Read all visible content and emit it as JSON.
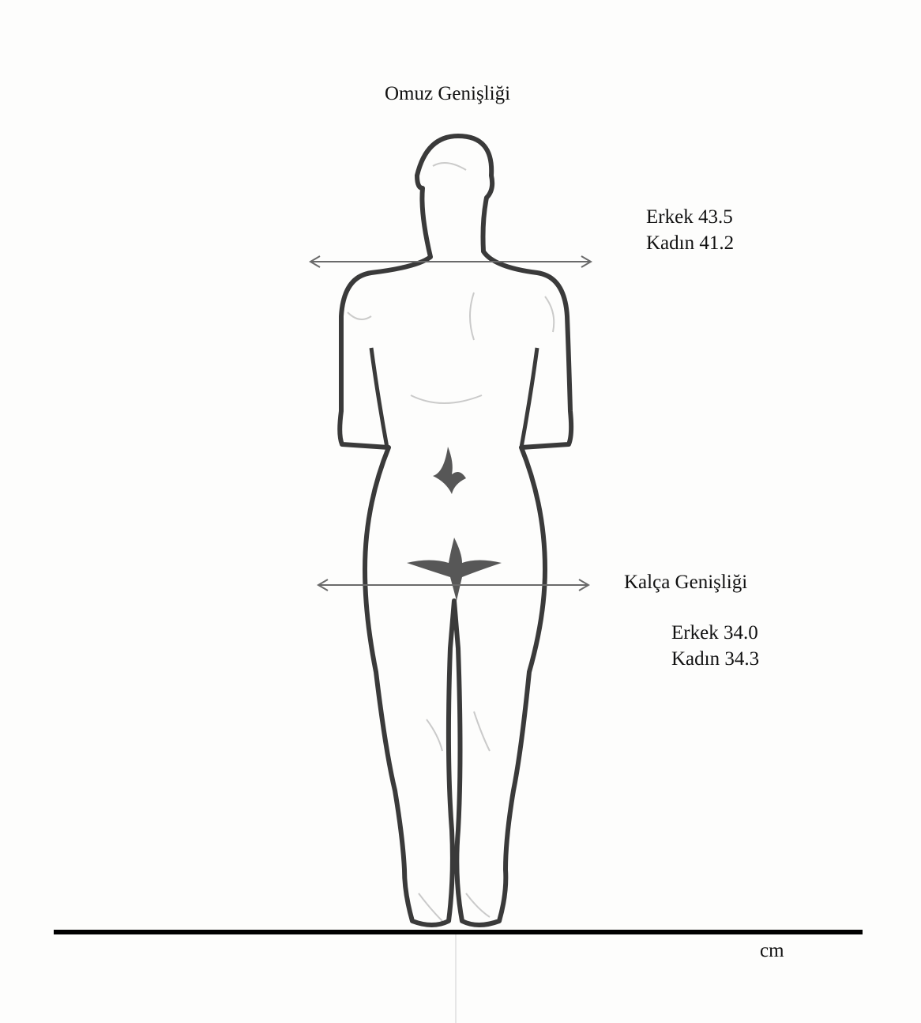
{
  "shoulder": {
    "title": "Omuz Genişliği",
    "male": "Erkek 43.5",
    "female": "Kadın 41.2"
  },
  "hip": {
    "title": "Kalça Genişliği",
    "male": "Erkek 34.0",
    "female": "Kadın 34.3"
  },
  "unit": "cm",
  "colors": {
    "outline": "#3a3a3a",
    "arrow": "#6a6a6a",
    "baseline": "#000000",
    "shading": "#9a9a9a"
  }
}
